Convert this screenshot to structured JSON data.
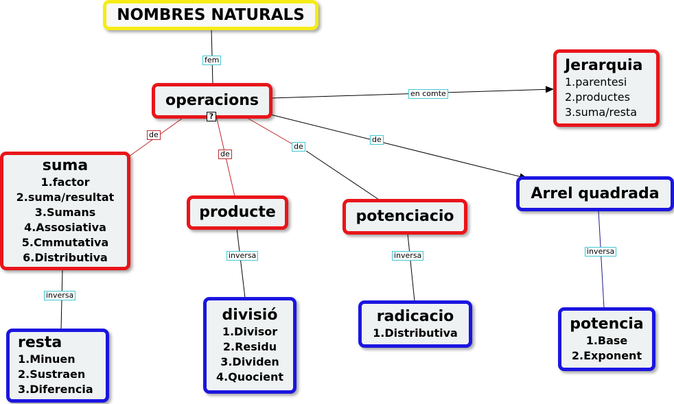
{
  "root": {
    "title": "NOMBRES NATURALS"
  },
  "operacions": {
    "title": "operacions"
  },
  "jerarquia": {
    "title": "Jerarquia",
    "items": [
      "1.parentesi",
      "2.productes",
      "3.suma/resta"
    ]
  },
  "suma": {
    "title": "suma",
    "items": [
      "1.factor",
      "2.suma/resultat",
      "3.Sumans",
      "4.Assosiativa",
      "5.Cmmutativa",
      "6.Distributiva"
    ]
  },
  "producte": {
    "title": "producte"
  },
  "potenciacio": {
    "title": "potenciacio"
  },
  "arrel": {
    "title": "Arrel quadrada"
  },
  "resta": {
    "title": "resta",
    "items": [
      "1.Minuen",
      "2.Sustraen",
      "3.Diferencia"
    ]
  },
  "divisio": {
    "title": "divisió",
    "items": [
      "1.Divisor",
      "2.Residu",
      "3.Dividen",
      "4.Quocient"
    ]
  },
  "radicacio": {
    "title": "radicacio",
    "items": [
      "1.Distributiva"
    ]
  },
  "potencia": {
    "title": "potencia",
    "items": [
      "1.Base",
      "2.Exponent"
    ]
  },
  "links": {
    "fem": "fem",
    "en_comte": "en comte",
    "de": "de",
    "inversa": "inversa"
  },
  "colors": {
    "red_border": "#e8151a",
    "blue_border": "#1b15e0",
    "yellow_border": "#f5ec16",
    "label_cyan": "#3fc7d0"
  },
  "icons": {
    "note": "document-icon"
  }
}
